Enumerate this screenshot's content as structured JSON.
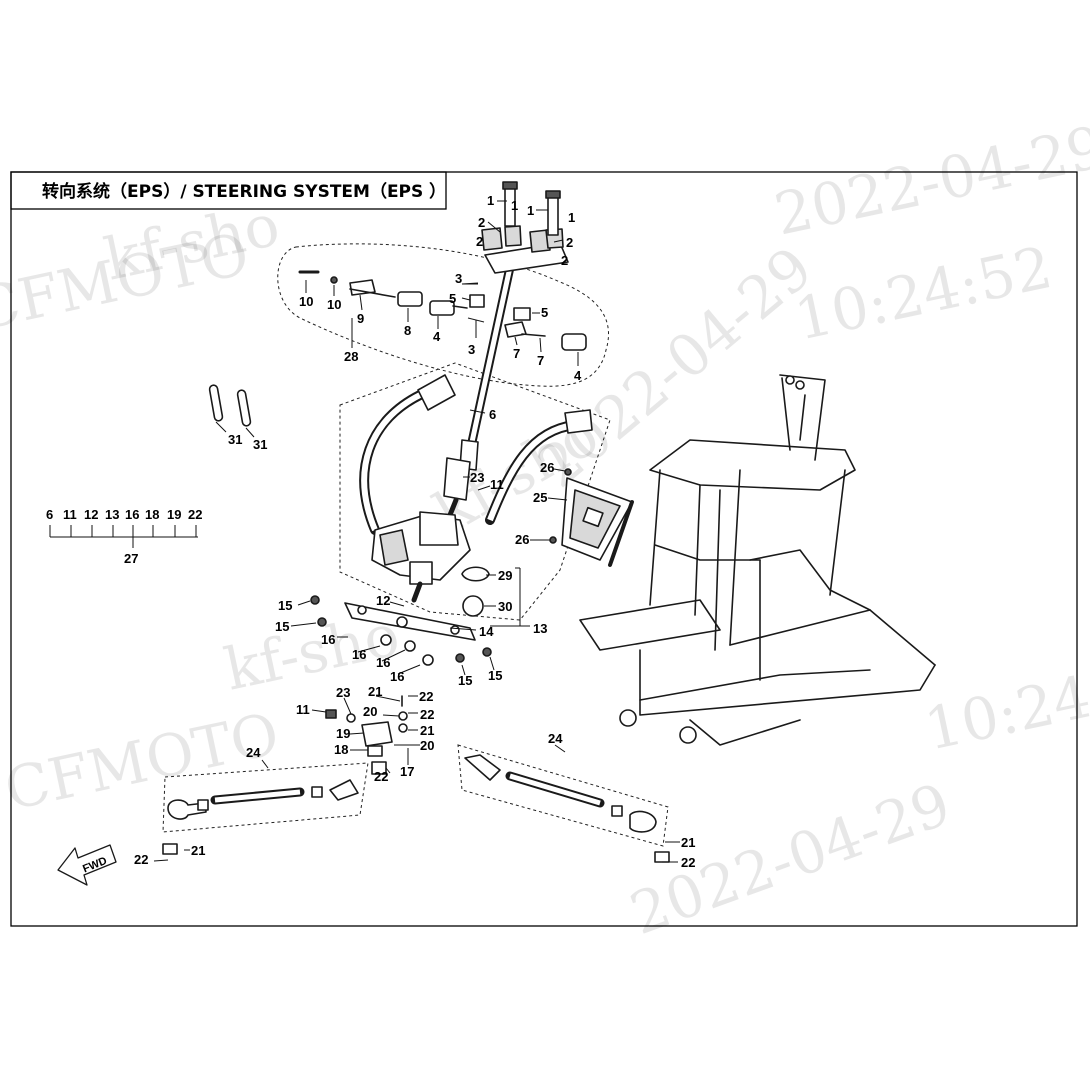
{
  "title": "转向系统（EPS）/ STEERING SYSTEM（EPS ）",
  "fwd_label": "FWD",
  "watermarks": [
    "kf-sho",
    "CFMOTO",
    "10:24:52",
    "2022-04-29",
    "kf-sho",
    "CFMOTO",
    "10:24",
    "2022-04-29",
    "kf-sho",
    "2022-04-29"
  ],
  "callouts": [
    "1",
    "1",
    "1",
    "1",
    "2",
    "2",
    "2",
    "2",
    "3",
    "3",
    "5",
    "5",
    "4",
    "4",
    "7",
    "7",
    "8",
    "9",
    "10",
    "10",
    "28",
    "6",
    "31",
    "31",
    "23",
    "11",
    "26",
    "25",
    "26",
    "29",
    "30",
    "13",
    "12",
    "14",
    "15",
    "15",
    "15",
    "15",
    "16",
    "16",
    "16",
    "16",
    "11",
    "23",
    "21",
    "22",
    "20",
    "22",
    "19",
    "21",
    "18",
    "20",
    "22",
    "17",
    "24",
    "24",
    "22",
    "21",
    "21",
    "22",
    "27"
  ],
  "group_labels": [
    "6",
    "11",
    "12",
    "13",
    "16",
    "18",
    "19",
    "22"
  ]
}
